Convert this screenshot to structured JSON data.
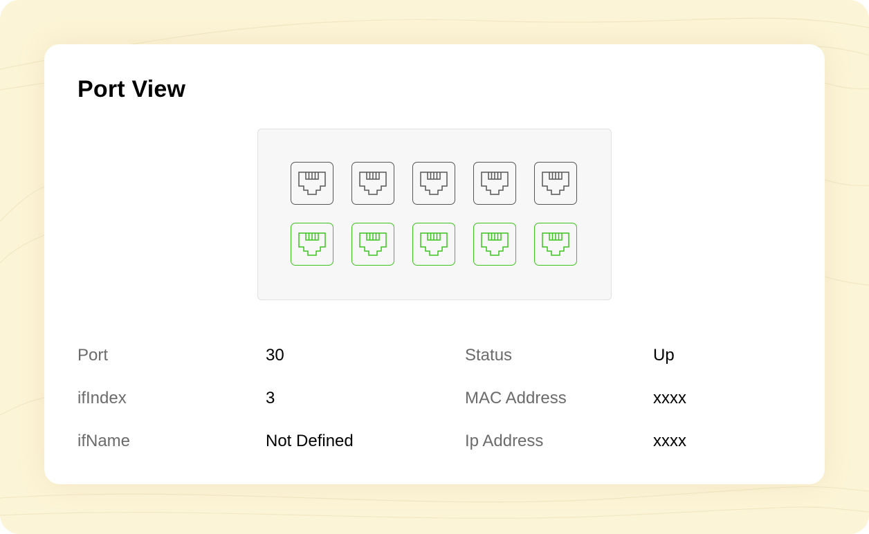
{
  "card": {
    "title": "Port View"
  },
  "colors": {
    "background": "#fcf4d6",
    "card": "#ffffff",
    "port_down": "#555555",
    "port_up": "#3cc31e",
    "label": "#6b6b6b",
    "value": "#000000"
  },
  "ports": {
    "top_row": [
      {
        "icon": "ethernet-port-icon",
        "state": "inactive"
      },
      {
        "icon": "ethernet-port-icon",
        "state": "inactive"
      },
      {
        "icon": "ethernet-port-icon",
        "state": "inactive"
      },
      {
        "icon": "ethernet-port-icon",
        "state": "inactive"
      },
      {
        "icon": "ethernet-port-icon",
        "state": "inactive"
      }
    ],
    "bottom_row": [
      {
        "icon": "ethernet-port-icon",
        "state": "up"
      },
      {
        "icon": "ethernet-port-icon",
        "state": "up"
      },
      {
        "icon": "ethernet-port-icon",
        "state": "up"
      },
      {
        "icon": "ethernet-port-icon",
        "state": "up"
      },
      {
        "icon": "ethernet-port-icon",
        "state": "up"
      }
    ]
  },
  "details": {
    "left": [
      {
        "label": "Port",
        "value": "30"
      },
      {
        "label": "ifIndex",
        "value": "3"
      },
      {
        "label": "ifName",
        "value": "Not Defined"
      }
    ],
    "right": [
      {
        "label": "Status",
        "value": "Up"
      },
      {
        "label": "MAC Address",
        "value": "xxxx"
      },
      {
        "label": "Ip Address",
        "value": "xxxx"
      }
    ]
  }
}
